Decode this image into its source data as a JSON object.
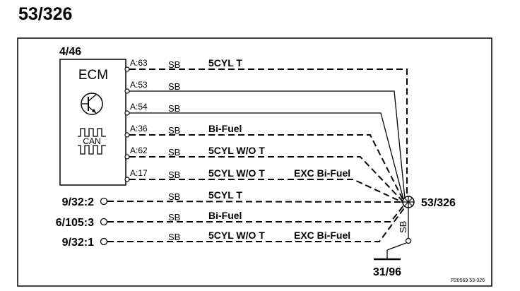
{
  "diagram": {
    "title": "53/326",
    "ecm": {
      "ref": "4/46",
      "name": "ECM",
      "can_label": "CAN",
      "pins": [
        {
          "pin": "A:63",
          "color": "SB",
          "label": "5CYL T",
          "dashed": true
        },
        {
          "pin": "A:53",
          "color": "SB",
          "label": "",
          "dashed": false
        },
        {
          "pin": "A:54",
          "color": "SB",
          "label": "",
          "dashed": false
        },
        {
          "pin": "A:36",
          "color": "SB",
          "label": "Bi-Fuel",
          "dashed": true
        },
        {
          "pin": "A:62",
          "color": "SB",
          "label": "5CYL W/O T",
          "dashed": true
        },
        {
          "pin": "A:17",
          "color": "SB",
          "label": "5CYL W/O T",
          "label2": "EXC Bi-Fuel",
          "dashed": true
        }
      ]
    },
    "external_connectors": [
      {
        "ref": "9/32:2",
        "color": "SB",
        "label": "5CYL T"
      },
      {
        "ref": "6/105:3",
        "color": "SB",
        "label": "Bi-Fuel"
      },
      {
        "ref": "9/32:1",
        "color": "SB",
        "label": "5CYL W/O T",
        "label2": "EXC Bi-Fuel"
      }
    ],
    "splice": {
      "ref": "53/326",
      "wire_color": "SB"
    },
    "ground": {
      "ref": "31/96"
    },
    "figure_ref": "P20569 53-326"
  }
}
